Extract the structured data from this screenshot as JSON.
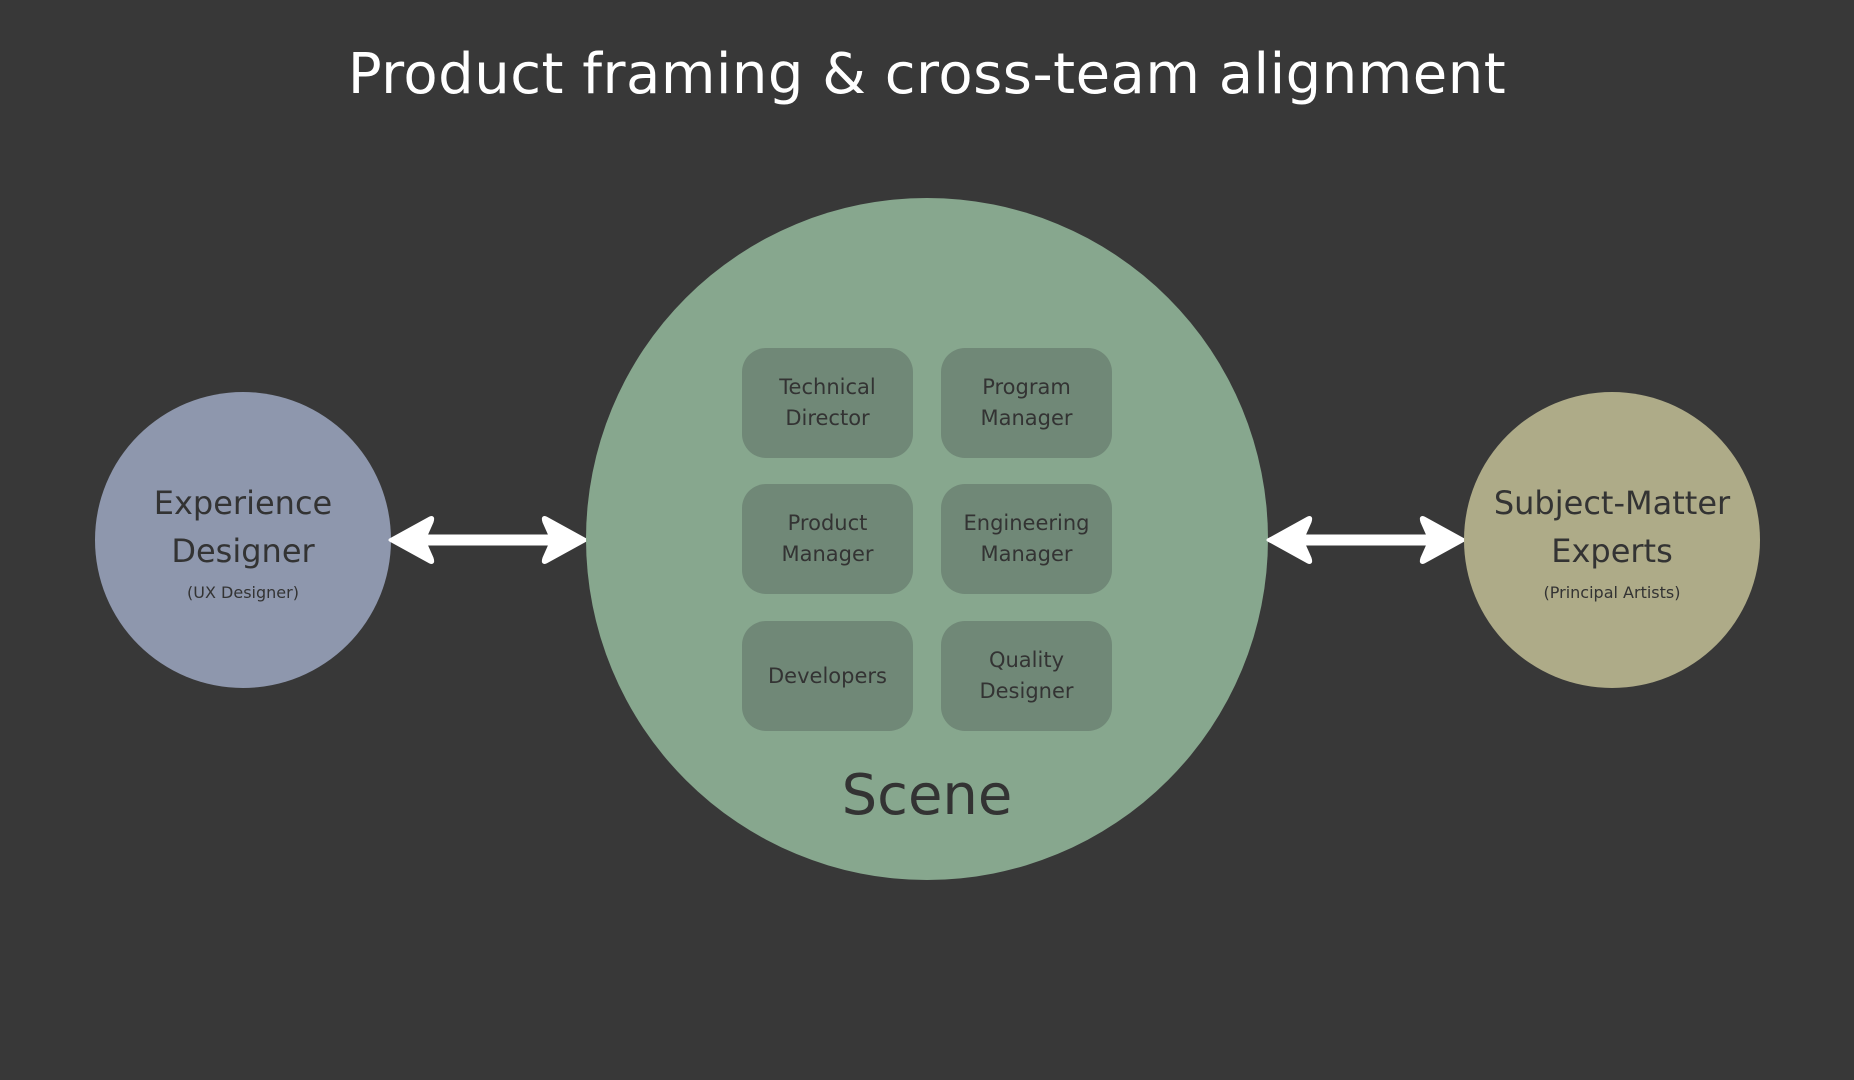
{
  "title": "Product framing & cross-team alignment",
  "left_node": {
    "label": "Experience Designer",
    "line1": "Experience",
    "line2": "Designer",
    "sub": "(UX Designer)",
    "color": "#8e97ad"
  },
  "center_node": {
    "label": "Scene",
    "color": "#87a78e",
    "box_color": "#708877",
    "roles": [
      {
        "line1": "Technical",
        "line2": "Director"
      },
      {
        "line1": "Program",
        "line2": "Manager"
      },
      {
        "line1": "Product",
        "line2": "Manager"
      },
      {
        "line1": "Engineering",
        "line2": "Manager"
      },
      {
        "line1": "Developers",
        "line2": ""
      },
      {
        "line1": "Quality",
        "line2": "Designer"
      }
    ]
  },
  "right_node": {
    "label": "Subject-Matter Experts",
    "line1": "Subject-Matter",
    "line2": "Experts",
    "sub": "(Principal Artists)",
    "color": "#aeab88"
  },
  "connections": [
    {
      "from": "Experience Designer",
      "to": "Scene",
      "type": "bidirectional"
    },
    {
      "from": "Scene",
      "to": "Subject-Matter Experts",
      "type": "bidirectional"
    }
  ],
  "colors": {
    "background": "#383838",
    "text": "#333333",
    "title": "#ffffff",
    "arrow": "#ffffff"
  }
}
